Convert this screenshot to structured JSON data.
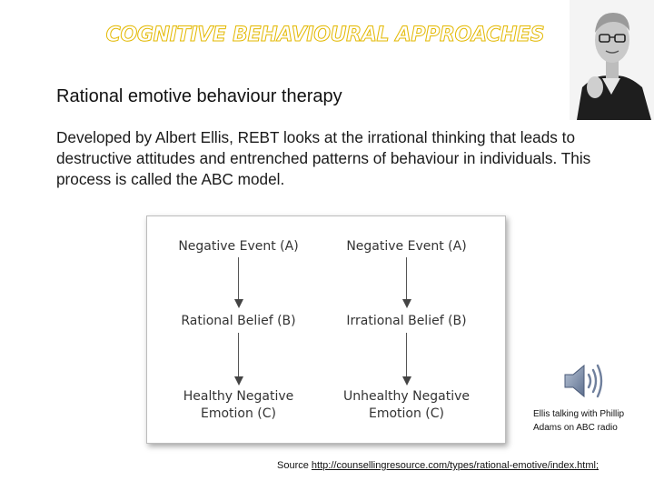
{
  "slide": {
    "title": "COGNITIVE BEHAVIOURAL APPROACHES",
    "subtitle": "Rational emotive behaviour therapy",
    "body": "Developed by Albert Ellis, REBT looks at the irrational thinking that leads to destructive attitudes and entrenched patterns of behaviour in individuals. This process is called the ABC model."
  },
  "diagram": {
    "left_column": {
      "event": "Negative Event (A)",
      "belief": "Rational Belief (B)",
      "emotion_line1": "Healthy Negative",
      "emotion_line2": "Emotion (C)"
    },
    "right_column": {
      "event": "Negative Event (A)",
      "belief": "Irrational Belief (B)",
      "emotion_line1": "Unhealthy Negative",
      "emotion_line2": "Emotion (C)"
    }
  },
  "audio": {
    "icon": "speaker-icon",
    "caption": "Ellis talking with Phillip Adams on ABC radio"
  },
  "source": {
    "prefix": "Source ",
    "link_text": "http://counsellingresource.com/types/rational-emotive/index.html;"
  },
  "colors": {
    "title_outline": "#e3b800",
    "diagram_text": "#333333",
    "arrow": "#444444"
  }
}
